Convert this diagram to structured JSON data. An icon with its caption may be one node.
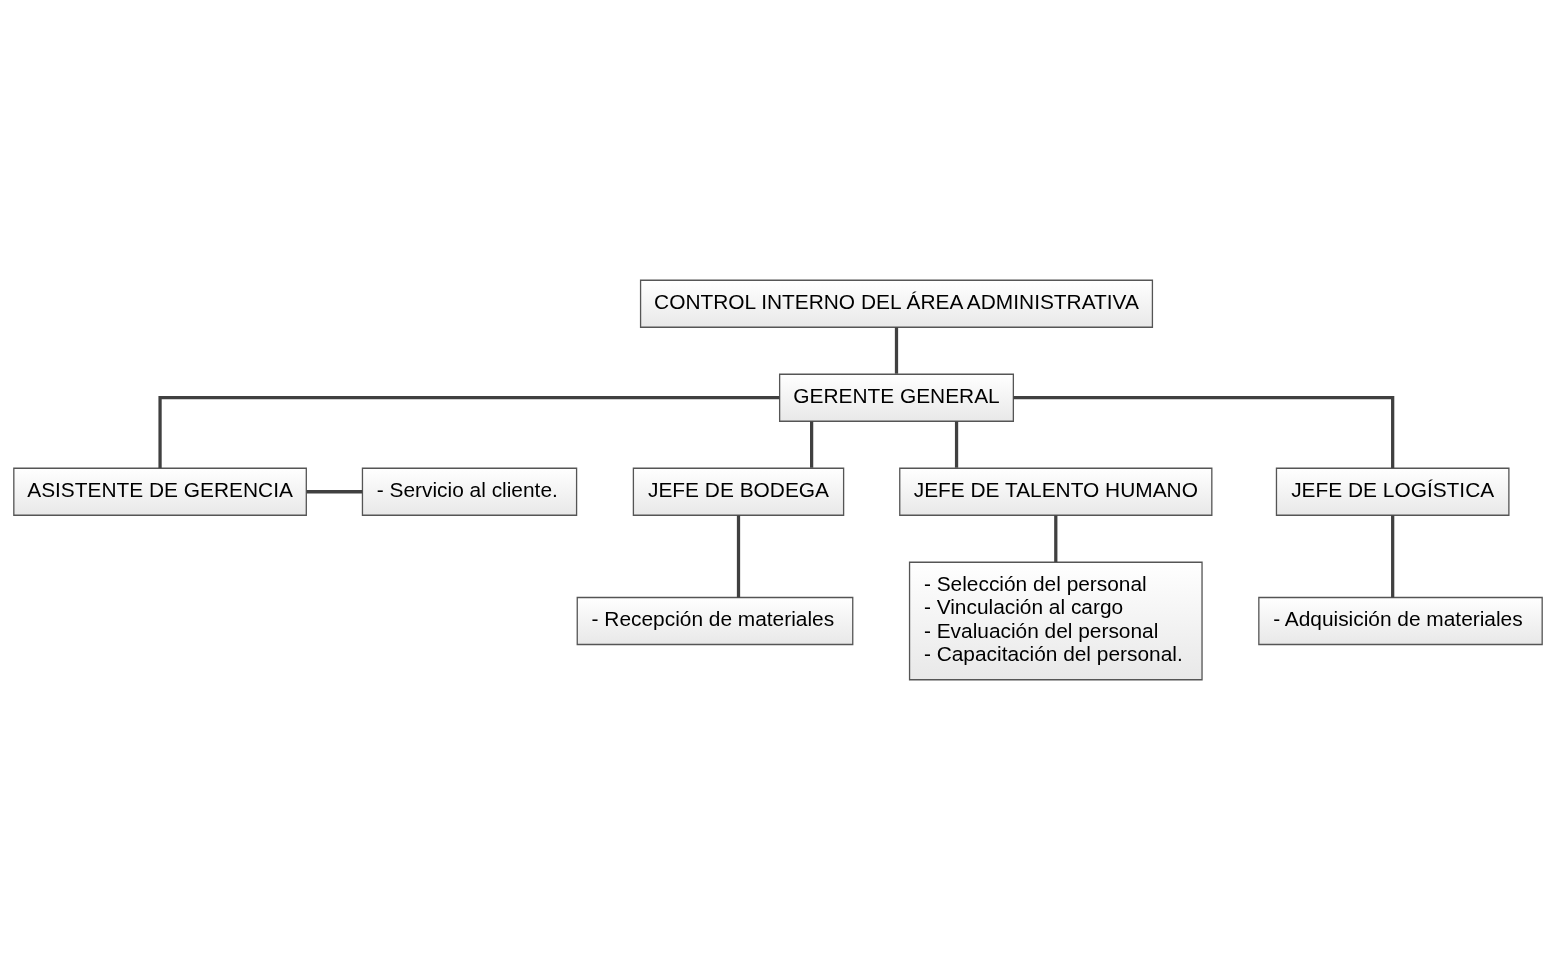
{
  "diagram": {
    "nodes": [
      {
        "text": [
          "CONTROL INTERNO DEL ÁREA ADMINISTRATIVA"
        ]
      },
      {
        "text": [
          "GERENTE GENERAL"
        ]
      },
      {
        "text": [
          "ASISTENTE DE GERENCIA"
        ]
      },
      {
        "text": [
          "- Servicio al cliente."
        ]
      },
      {
        "text": [
          "JEFE DE BODEGA"
        ]
      },
      {
        "text": [
          "JEFE DE TALENTO HUMANO"
        ]
      },
      {
        "text": [
          "JEFE DE LOGÍSTICA"
        ]
      },
      {
        "text": [
          "- Recepción de materiales"
        ]
      },
      {
        "text": [
          "- Selección del personal",
          "- Vinculación al cargo",
          "- Evaluación del personal",
          "- Capacitación del personal."
        ]
      },
      {
        "text": [
          "- Adquisición de materiales"
        ]
      }
    ],
    "edges": [
      {
        "from": 0,
        "to": 1,
        "arrow": "none"
      },
      {
        "from": 1,
        "to": 2,
        "arrow": "none"
      },
      {
        "from": 1,
        "to": 4,
        "arrow": "none"
      },
      {
        "from": 1,
        "to": 5,
        "arrow": "none"
      },
      {
        "from": 1,
        "to": 6,
        "arrow": "none"
      },
      {
        "from": 2,
        "to": 3,
        "arrow": "none"
      },
      {
        "from": 4,
        "to": 7,
        "arrow": "none"
      },
      {
        "from": 5,
        "to": 8,
        "arrow": "none"
      },
      {
        "from": 6,
        "to": 9,
        "arrow": "none"
      }
    ]
  }
}
